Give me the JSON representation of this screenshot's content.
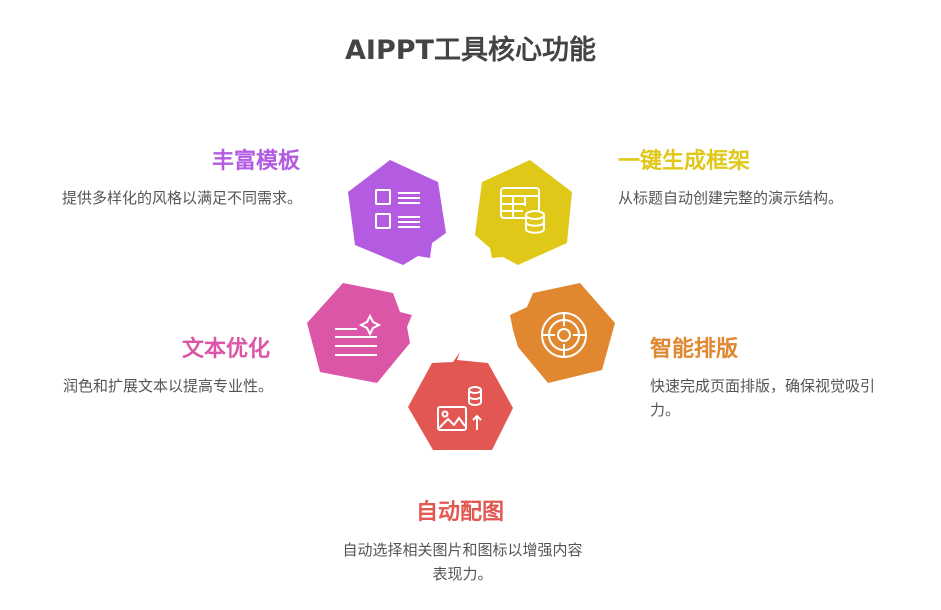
{
  "title": "AIPPT工具核心功能",
  "colors": {
    "purple": "#B35CE2",
    "yellow": "#E0C818",
    "pink": "#DC56A8",
    "orange": "#E0872F",
    "red": "#E35752",
    "text": "#555555",
    "title": "#444444"
  },
  "features": [
    {
      "name": "丰富模板",
      "desc": "提供多样化的风格以满足不同需求。",
      "icon": "template-list-icon"
    },
    {
      "name": "一键生成框架",
      "desc": "从标题自动创建完整的演示结构。",
      "icon": "table-database-icon"
    },
    {
      "name": "文本优化",
      "desc": "润色和扩展文本以提高专业性。",
      "icon": "text-sparkle-icon"
    },
    {
      "name": "智能排版",
      "desc": "快速完成页面排版，确保视觉吸引力。",
      "icon": "layout-wheel-icon"
    },
    {
      "name": "自动配图",
      "desc": "自动选择相关图片和图标以增强内容表现力。",
      "icon": "image-database-icon"
    }
  ]
}
